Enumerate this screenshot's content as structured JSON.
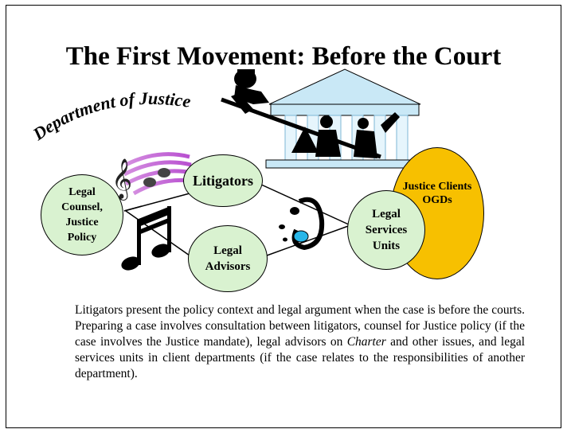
{
  "title": "The First Movement: Before the Court",
  "arc_label": "Department of Justice",
  "nodes": {
    "litigators": "Litigators",
    "legal_counsel": [
      "Legal",
      "Counsel,",
      "Justice",
      "Policy"
    ],
    "legal_advisors": [
      "Legal",
      "Advisors"
    ],
    "legal_services": [
      "Legal",
      "Services",
      "Units"
    ],
    "justice_clients": [
      "Justice Clients",
      "OGDs"
    ]
  },
  "caption": {
    "part1": "Litigators present the policy context and legal argument when the case is before the courts. Preparing a case involves consultation between litigators, counsel for Justice policy (if the case involves the Justice mandate), legal advisors on ",
    "italic": "Charter",
    "part2": " and other issues, and legal services units in client departments (if the case relates to the responsibilities of another department)."
  },
  "colors": {
    "node_green": "#d9f2d0",
    "client_yellow": "#f7c000",
    "court_blue": "#c9e8f6"
  }
}
